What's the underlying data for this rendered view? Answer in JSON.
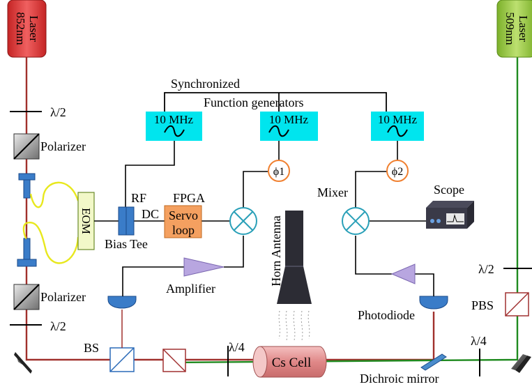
{
  "lasers": {
    "l852": "Laser\n852nm",
    "l509": "Laser\n509nm"
  },
  "labels": {
    "synchronized": "Synchronized",
    "function_generators": "Function generators",
    "gen1": "10 MHz",
    "gen2": "10 MHz",
    "gen3": "10 MHz",
    "phi1": "ϕ1",
    "phi2": "ϕ2",
    "rf": "RF",
    "dc": "DC",
    "fpga": "FPGA",
    "servo1": "Servo",
    "servo2": "loop",
    "eom": "EOM",
    "bias_tee": "Bias Tee",
    "mixer": "Mixer",
    "scope": "Scope",
    "amplifier": "Amplifier",
    "horn": "Horn Antenna",
    "photodiode": "Photodiode",
    "polarizer_top": "Polarizer",
    "polarizer_bottom": "Polarizer",
    "half_wave_top": "λ/2",
    "half_wave_bottom": "λ/2",
    "half_wave_right": "λ/2",
    "pbs": "PBS",
    "bs": "BS",
    "quarter_wave_left": "λ/4",
    "quarter_wave_right": "λ/4",
    "cs_cell": "Cs Cell",
    "dichroic": "Dichroic mirror"
  },
  "colors": {
    "red_beam": "#a0302c",
    "green_beam": "#1f8a1f",
    "generator": "#00e5ee",
    "laser852": "#e03c3c",
    "laser509": "#9ccc3c",
    "eom": "#f2f8c8",
    "fiber": "#e8e81e",
    "servo": "#f4a060",
    "phase": "#f08030",
    "mixer": "#2aa0b8",
    "blue_optic": "#3a7cc8",
    "amplifier": "#b8a6e0",
    "cell": "#e8a0a0",
    "horn": "#2c2c34",
    "pbs": "#a03030"
  }
}
